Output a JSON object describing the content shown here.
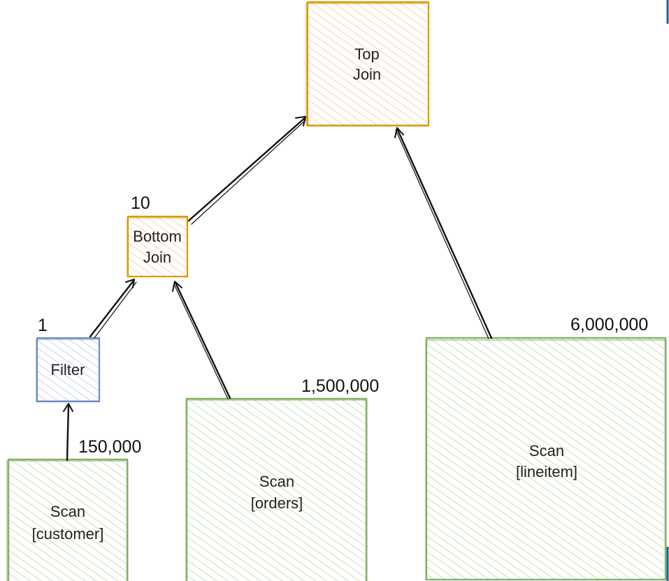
{
  "diagram": {
    "colors": {
      "scan_stroke": "#82b366",
      "scan_hatch": "#b9d7a5",
      "join_stroke": "#d79b00",
      "join_hatch": "#f3c9a3",
      "filter_stroke": "#6c8ebf",
      "filter_hatch": "#b7c9e3",
      "edge": "#111111",
      "edge_accent": "#1f5fa0"
    },
    "nodes": {
      "top_join": {
        "line1": "Top",
        "line2": "Join"
      },
      "bottom_join": {
        "line1": "Bottom",
        "line2": "Join",
        "count": "10"
      },
      "filter": {
        "label": "Filter",
        "count": "1"
      },
      "scan_customer": {
        "line1": "Scan",
        "line2": "[customer]",
        "count": "150,000"
      },
      "scan_orders": {
        "line1": "Scan",
        "line2": "[orders]",
        "count": "1,500,000"
      },
      "scan_lineitem": {
        "line1": "Scan",
        "line2": "[lineitem]",
        "count": "6,000,000"
      }
    }
  }
}
